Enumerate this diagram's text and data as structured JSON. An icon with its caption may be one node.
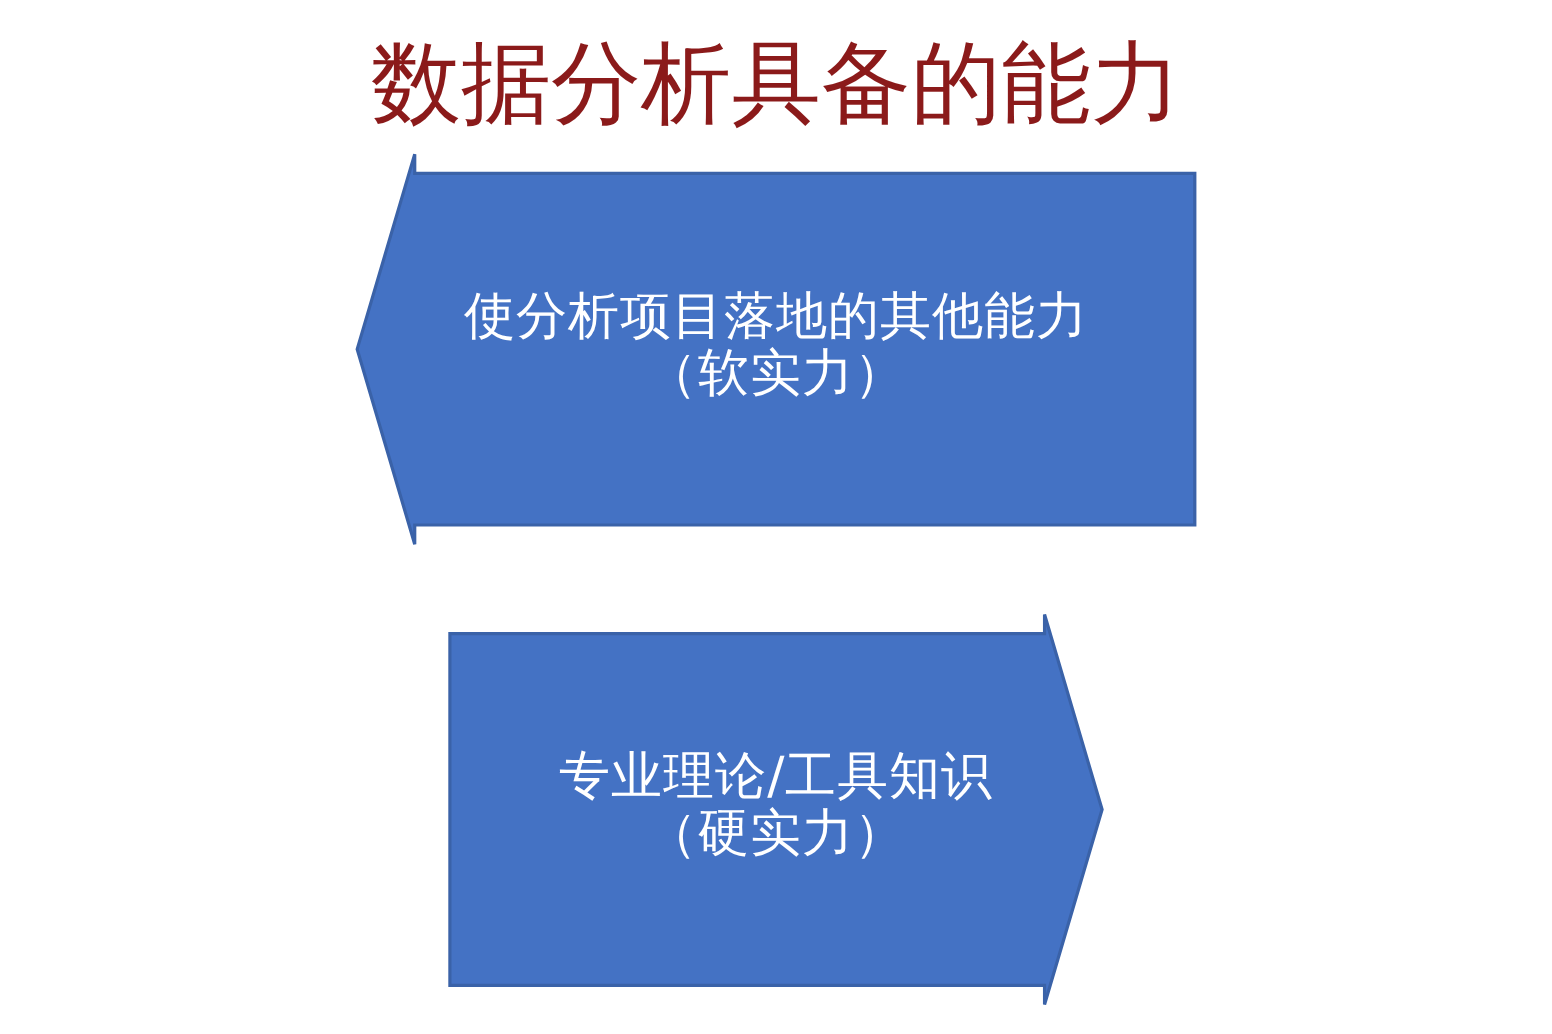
{
  "diagram": {
    "title": "数据分析具备的能力",
    "nodes": [
      {
        "text": [
          "专业理论/工具知识",
          "（硬实力）"
        ]
      },
      {
        "text": [
          "使分析项目落地的其他能力",
          "（软实力）"
        ]
      }
    ]
  }
}
